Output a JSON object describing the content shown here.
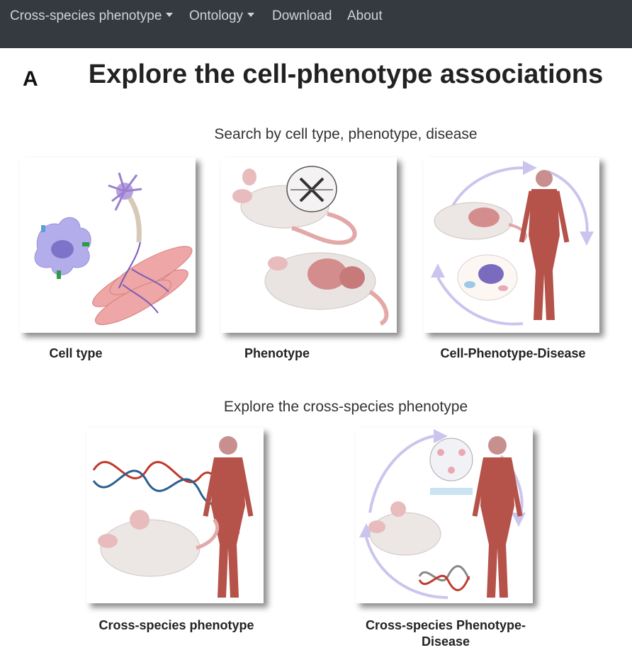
{
  "navbar": {
    "items": [
      {
        "label": "Cross-species phenotype",
        "dropdown": true
      },
      {
        "label": "Ontology",
        "dropdown": true
      },
      {
        "label": "Download",
        "dropdown": false
      },
      {
        "label": "About",
        "dropdown": false
      }
    ]
  },
  "panel_label": "A",
  "page_title": "Explore the cell-phenotype associations",
  "section_search": {
    "title": "Search by cell type, phenotype, disease",
    "cards": [
      {
        "label": "Cell type"
      },
      {
        "label": "Phenotype"
      },
      {
        "label": "Cell-Phenotype-Disease"
      }
    ]
  },
  "section_cross": {
    "title": "Explore the cross-species phenotype",
    "cards": [
      {
        "label": "Cross-species phenotype"
      },
      {
        "label": "Cross-species Phenotype-Disease"
      }
    ]
  },
  "colors": {
    "navbar_bg": "#343a40",
    "navbar_text": "#d0d3d6",
    "muscle": "#e8a0a0",
    "cell": "#a9a3e6",
    "arrow": "#c9c3ea"
  }
}
